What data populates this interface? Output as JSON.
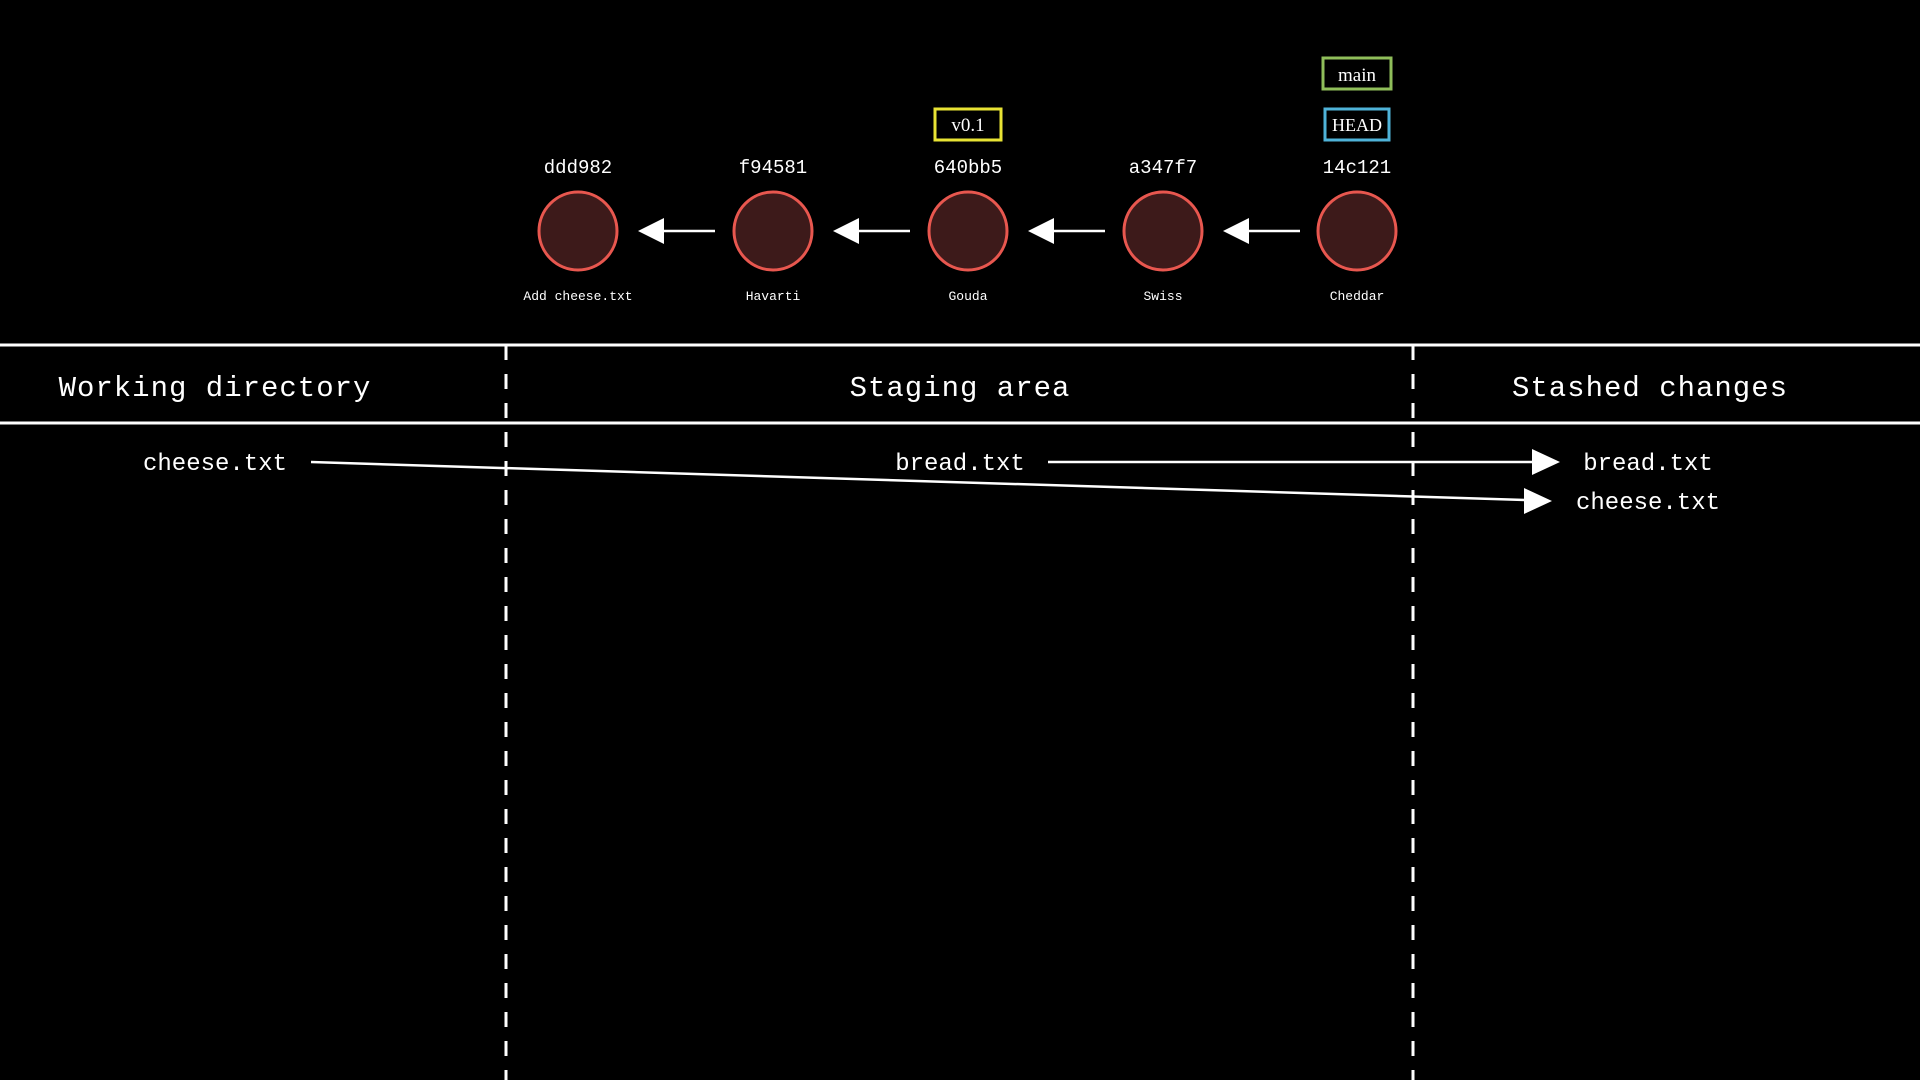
{
  "colors": {
    "background": "#000000",
    "foreground": "#ffffff",
    "commit_fill": "#3d1a1a",
    "commit_stroke": "#e8574f",
    "tag_border": "#e8e334",
    "branch_border": "#8fbe5a",
    "head_border": "#4fb3d9"
  },
  "commits": [
    {
      "hash": "ddd982",
      "message": "Add cheese.txt"
    },
    {
      "hash": "f94581",
      "message": "Havarti"
    },
    {
      "hash": "640bb5",
      "message": "Gouda"
    },
    {
      "hash": "a347f7",
      "message": "Swiss"
    },
    {
      "hash": "14c121",
      "message": "Cheddar"
    }
  ],
  "refs": {
    "tag": {
      "label": "v0.1",
      "commit": "640bb5"
    },
    "branch": {
      "label": "main",
      "commit": "14c121"
    },
    "head": {
      "label": "HEAD",
      "commit": "14c121"
    }
  },
  "areas": {
    "working_directory": "Working directory",
    "staging_area": "Staging area",
    "stashed_changes": "Stashed changes"
  },
  "files": {
    "working": "cheese.txt",
    "staged": "bread.txt",
    "stash_1": "bread.txt",
    "stash_2": "cheese.txt"
  }
}
